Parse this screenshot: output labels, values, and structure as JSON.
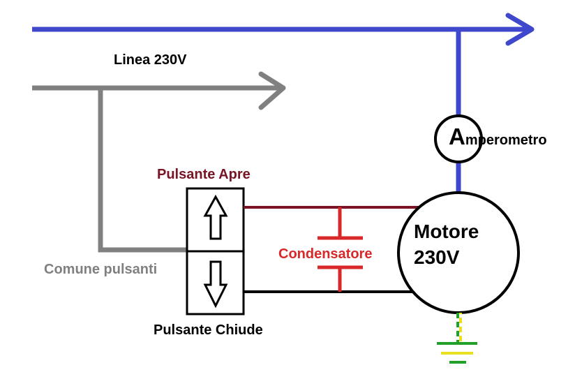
{
  "labels": {
    "line": "Linea 230V",
    "button_open": "Pulsante Apre",
    "button_close": "Pulsante Chiude",
    "common": "Comune pulsanti",
    "capacitor": "Condensatore",
    "ammeter_big": "A",
    "ammeter_rest": "mperometro",
    "motor_line1": "Motore",
    "motor_line2": "230V"
  },
  "colors": {
    "phase_line": "#3f48cc",
    "neutral_line": "#808080",
    "open_wire": "#7a1424",
    "capacitor": "#d8282a",
    "open_label": "#7a1424",
    "common_label": "#808080",
    "earth_green": "#22a02a",
    "earth_yellow": "#e8e020",
    "black": "#000000"
  },
  "icons": [
    "arrow-up-icon",
    "arrow-down-icon",
    "ground-icon"
  ]
}
